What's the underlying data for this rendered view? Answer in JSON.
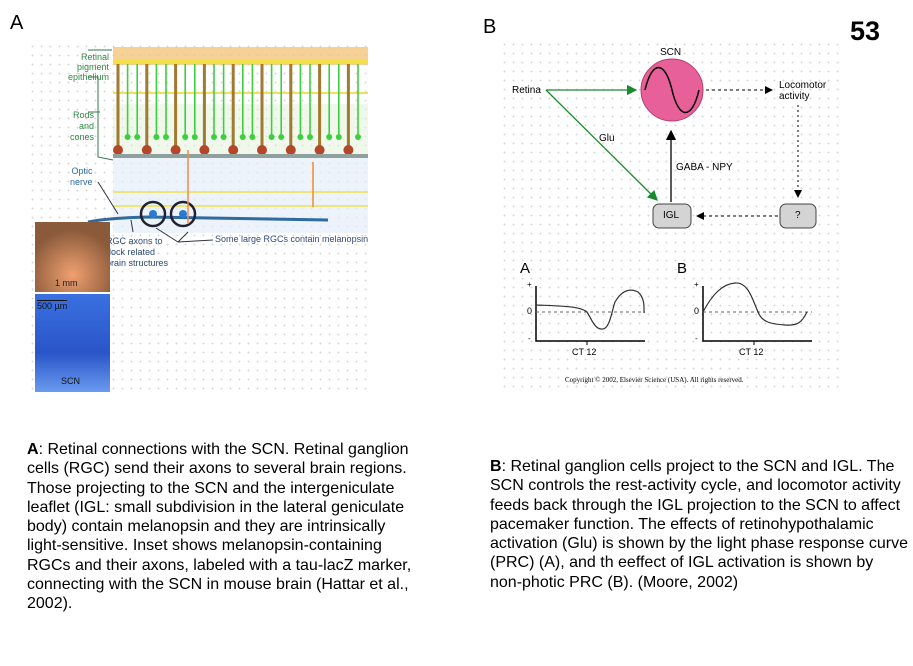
{
  "slide_number": "53",
  "panel_a": {
    "letter": "A",
    "figure_labels": {
      "rpe_1": "Retinal",
      "rpe_2": "pigment",
      "rpe_3": "epithelium",
      "rods_1": "Rods",
      "rods_2": "and",
      "rods_3": "cones",
      "optic_1": "Optic",
      "optic_2": "nerve",
      "rgc_1": "RGC axons to",
      "rgc_2": "dock related",
      "rgc_3": "brain structures",
      "melanopsin": "Some large RGCs contain melanopsin",
      "scale_1mm": "1 mm",
      "scale_500": "500 µm",
      "scn": "SCN"
    },
    "caption_bold": "A",
    "caption_text": ": Retinal connections with the SCN. Retinal ganglion cells (RGC) send their axons to several brain regions. Those projecting to the SCN and the intergeniculate leaflet (IGL: small subdivision in the lateral geniculate body) contain melanopsin and they are intrinsically light-sensitive. Inset shows melanopsin-containing RGCs and their axons, labeled with a tau-lacZ marker, connecting with the SCN in mouse brain (Hattar et al., 2002)."
  },
  "panel_b": {
    "letter": "B",
    "diagram": {
      "scn": "SCN",
      "retina": "Retina",
      "locomotor_1": "Locomotor",
      "locomotor_2": "activity",
      "glu": "Glu",
      "gaba": "GABA - NPY",
      "igl": "IGL",
      "unknown": "?"
    },
    "prc": [
      {
        "letter": "A",
        "plus": "+",
        "zero": "0",
        "minus": "-",
        "xlabel": "CT 12"
      },
      {
        "letter": "B",
        "plus": "+",
        "zero": "0",
        "minus": "-",
        "xlabel": "CT 12"
      }
    ],
    "copyright": "Copyright © 2002, Elsevier Science (USA). All rights reserved.",
    "caption_bold": "B",
    "caption_text": ": Retinal ganglion cells project to the SCN and IGL.  The SCN controls the rest-activity cycle, and locomotor activity feeds back through the IGL projection  to the SCN to affect pacemaker function. The effects of retinohypothalamic activation (Glu) is shown by the light phase response curve (PRC) (A), and th eeffect of IGL activation is shown by non-photic PRC (B). (Moore, 2002)"
  },
  "colors": {
    "scn_fill": "#e8609a",
    "green_arrow": "#1a8a2e",
    "retina_blue": "#3a8ee6",
    "inset_blue": "#2f5fd8"
  }
}
